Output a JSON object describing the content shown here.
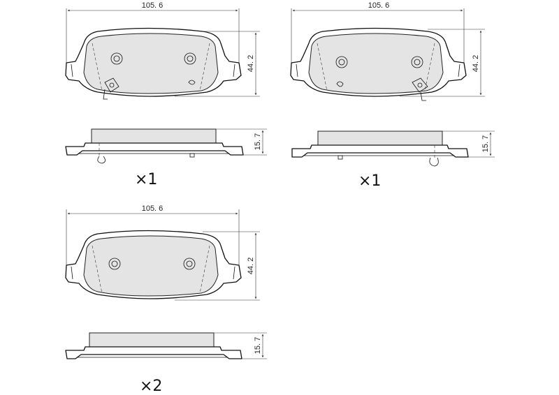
{
  "views": [
    {
      "id": "pad-a",
      "width_label": "105. 6",
      "height_label": "44. 2",
      "thickness_label": "15. 7",
      "quantity_label": "×1"
    },
    {
      "id": "pad-b",
      "width_label": "105. 6",
      "height_label": "44. 2",
      "thickness_label": "15. 7",
      "quantity_label": "×1"
    },
    {
      "id": "pad-c",
      "width_label": "105. 6",
      "height_label": "44. 2",
      "thickness_label": "15. 7",
      "quantity_label": "×2"
    }
  ],
  "colors": {
    "line": "#111111",
    "friction_fill": "#e4e4e4",
    "background": "#ffffff"
  }
}
